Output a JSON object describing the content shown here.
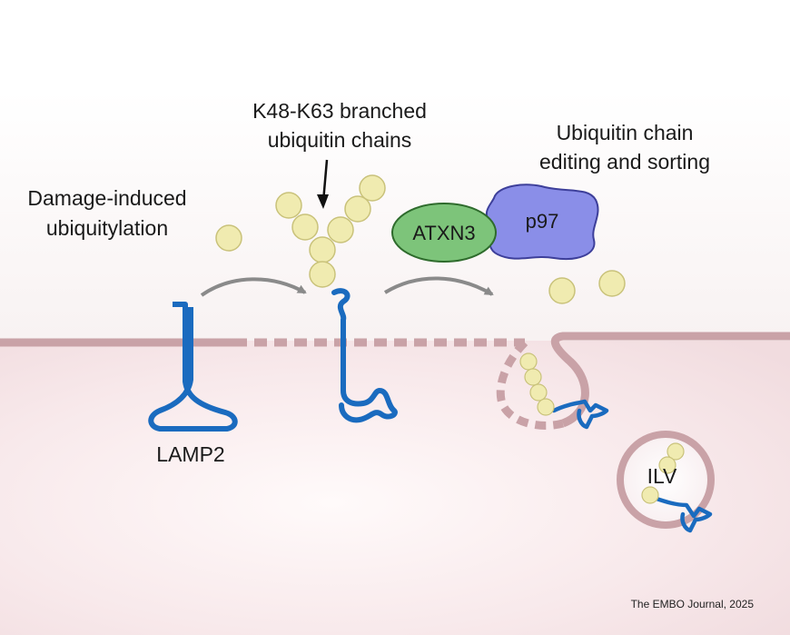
{
  "labels": {
    "branched_chains_line1": "K48-K63 branched",
    "branched_chains_line2": "ubiquitin chains",
    "editing_line1": "Ubiquitin chain",
    "editing_line2": "editing and sorting",
    "damage_line1": "Damage-induced",
    "damage_line2": "ubiquitylation",
    "atxn3": "ATXN3",
    "p97": "p97",
    "lamp2": "LAMP2",
    "ilv": "ILV"
  },
  "credit": "The EMBO Journal, 2025",
  "colors": {
    "ubiquitin_fill": "#f0ebb0",
    "ubiquitin_stroke": "#c9c27a",
    "lamp2_blue": "#1a6bbf",
    "membrane": "#c9a2a7",
    "lumen": "#f6e5e7",
    "cytosol": "#faf5f5",
    "atxn3_green": "#7dc47a",
    "p97_purple": "#8a8ee8",
    "arrow_gray": "#8a8a8a"
  }
}
